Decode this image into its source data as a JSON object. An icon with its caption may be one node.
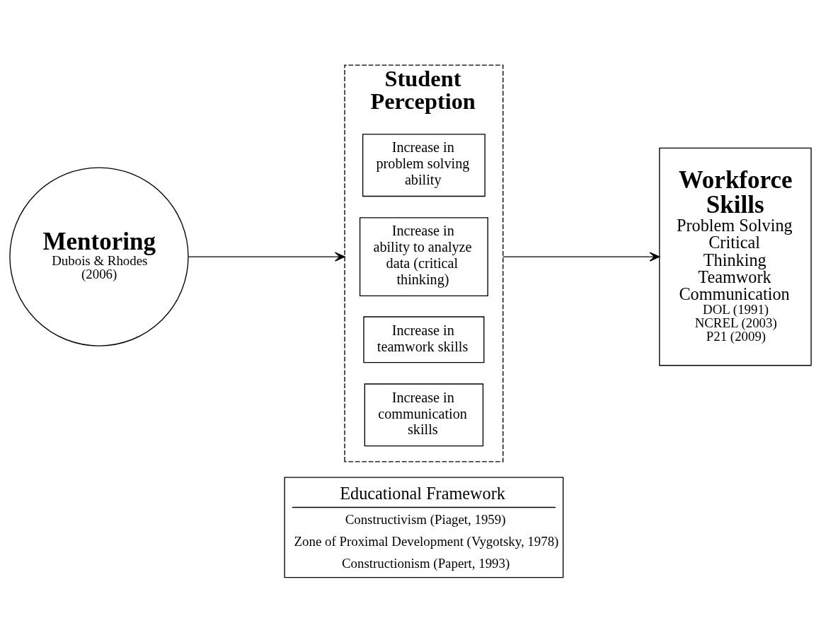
{
  "diagram": {
    "nodes": [
      {
        "text": [
          "Mentoring",
          "Dubois & Rhodes (2006)"
        ]
      },
      {
        "text": [
          "Student Perception"
        ]
      },
      {
        "text": [
          "Increase in problem solving ability"
        ],
        "in": 1
      },
      {
        "text": [
          "Increase in ability to analyze data (critical thinking)"
        ],
        "in": 1
      },
      {
        "text": [
          "Increase in teamwork skills"
        ],
        "in": 1
      },
      {
        "text": [
          "Increase in communication skills"
        ],
        "in": 1
      },
      {
        "text": [
          "Workforce Skills",
          "Problem Solving Critical Thinking Teamwork Communication",
          "DOL (1991) NCREL (2003) P21 (2009)"
        ]
      },
      {
        "text": [
          "Educational Framework",
          "Constructivism (Piaget, 1959)",
          "Zone of Proximal Development (Vygotsky, 1978)",
          "Constructionism (Papert, 1993)"
        ]
      }
    ],
    "edges": [
      {
        "from": 0,
        "to": 1,
        "arrow": "to"
      },
      {
        "from": 1,
        "to": 6,
        "arrow": "to"
      }
    ]
  }
}
